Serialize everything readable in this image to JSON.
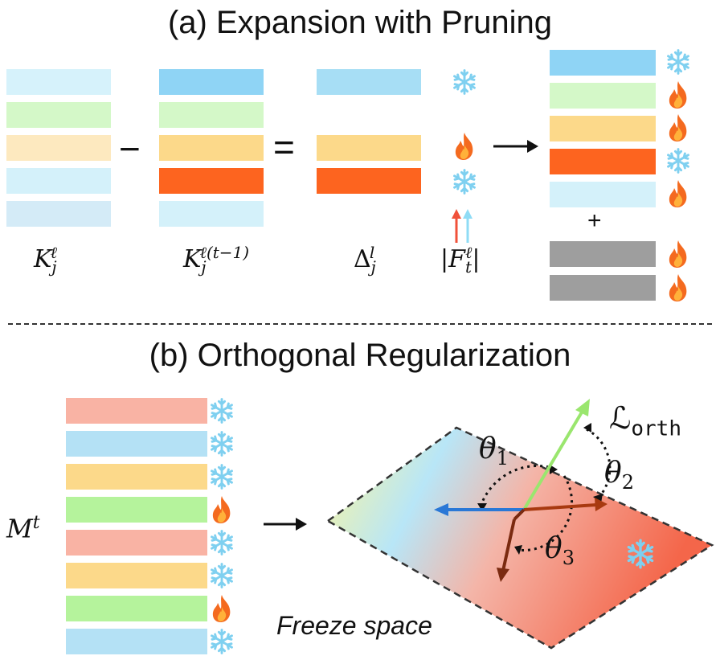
{
  "panel_a": {
    "title": "(a) Expansion with Pruning",
    "minus": "−",
    "equals": "=",
    "plus": "+",
    "labels": {
      "k_base": "K",
      "k_base_sub": "j",
      "k_base_sup": "ℓ",
      "k_prev": "K",
      "k_prev_sub": "j",
      "k_prev_sup": "ℓ(t−1)",
      "delta": "Δ",
      "delta_sub": "j",
      "delta_sup": "l",
      "fisher": "|F",
      "fisher_sub": "t",
      "fisher_sup": "ℓ",
      "fisher_end": "|"
    },
    "k_base_colors": [
      "#d6f2fb",
      "#d4f8c8",
      "#fde9bf",
      "#d4f1fa",
      "#d4ebf7"
    ],
    "k_prev_colors": [
      "#8fd4f5",
      "#d4f8c8",
      "#fcd98a",
      "#fd641f",
      "#d4f1fa"
    ],
    "delta_colors": [
      "#a7def5",
      "#fcd98a",
      "#fd641f"
    ],
    "delta_icons": [
      "snowflake-icon",
      "fire-icon",
      "snowflake-icon"
    ],
    "result_colors": [
      "#8fd4f5",
      "#d4f8c8",
      "#fcd98a",
      "#fd641f",
      "#d4f1fa"
    ],
    "result_icons": [
      "snowflake-icon",
      "fire-icon",
      "fire-icon",
      "snowflake-icon",
      "fire-icon"
    ],
    "new_colors": [
      "#9e9e9e",
      "#9e9e9e"
    ],
    "new_icons": [
      "fire-icon",
      "fire-icon"
    ],
    "arrow_colors": [
      "#f0513a",
      "#8fdcf5"
    ]
  },
  "panel_b": {
    "title": "(b) Orthogonal Regularization",
    "memory_label": "M",
    "memory_sup": "t",
    "memory_colors": [
      "#f9b3a4",
      "#b4e1f5",
      "#fcd98a",
      "#b5f39c",
      "#f9b3a4",
      "#fcd98a",
      "#b5f39c",
      "#b4e1f5"
    ],
    "memory_icons": [
      "snowflake-icon",
      "snowflake-icon",
      "snowflake-icon",
      "fire-icon",
      "snowflake-icon",
      "snowflake-icon",
      "fire-icon",
      "snowflake-icon"
    ],
    "loss_label": "ℒ",
    "loss_sub": "orth",
    "theta1": "θ",
    "theta1_sub": "1",
    "theta2": "θ",
    "theta2_sub": "2",
    "theta3": "θ",
    "theta3_sub": "3",
    "freeze_label": "Freeze space",
    "vector_colors": {
      "green": "#9ae66e",
      "blue": "#2a78d6",
      "brown": "#a83a10",
      "dark_brown": "#7a2a10"
    }
  }
}
